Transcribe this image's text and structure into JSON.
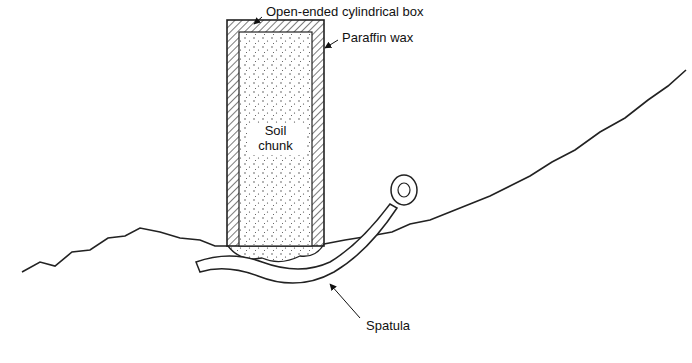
{
  "diagram": {
    "nodes": [
      {
        "text": [
          "Soil chunk"
        ]
      }
    ],
    "labels": [
      "Open-ended cylindrical box",
      "Paraffin wax",
      "Spatula"
    ]
  }
}
